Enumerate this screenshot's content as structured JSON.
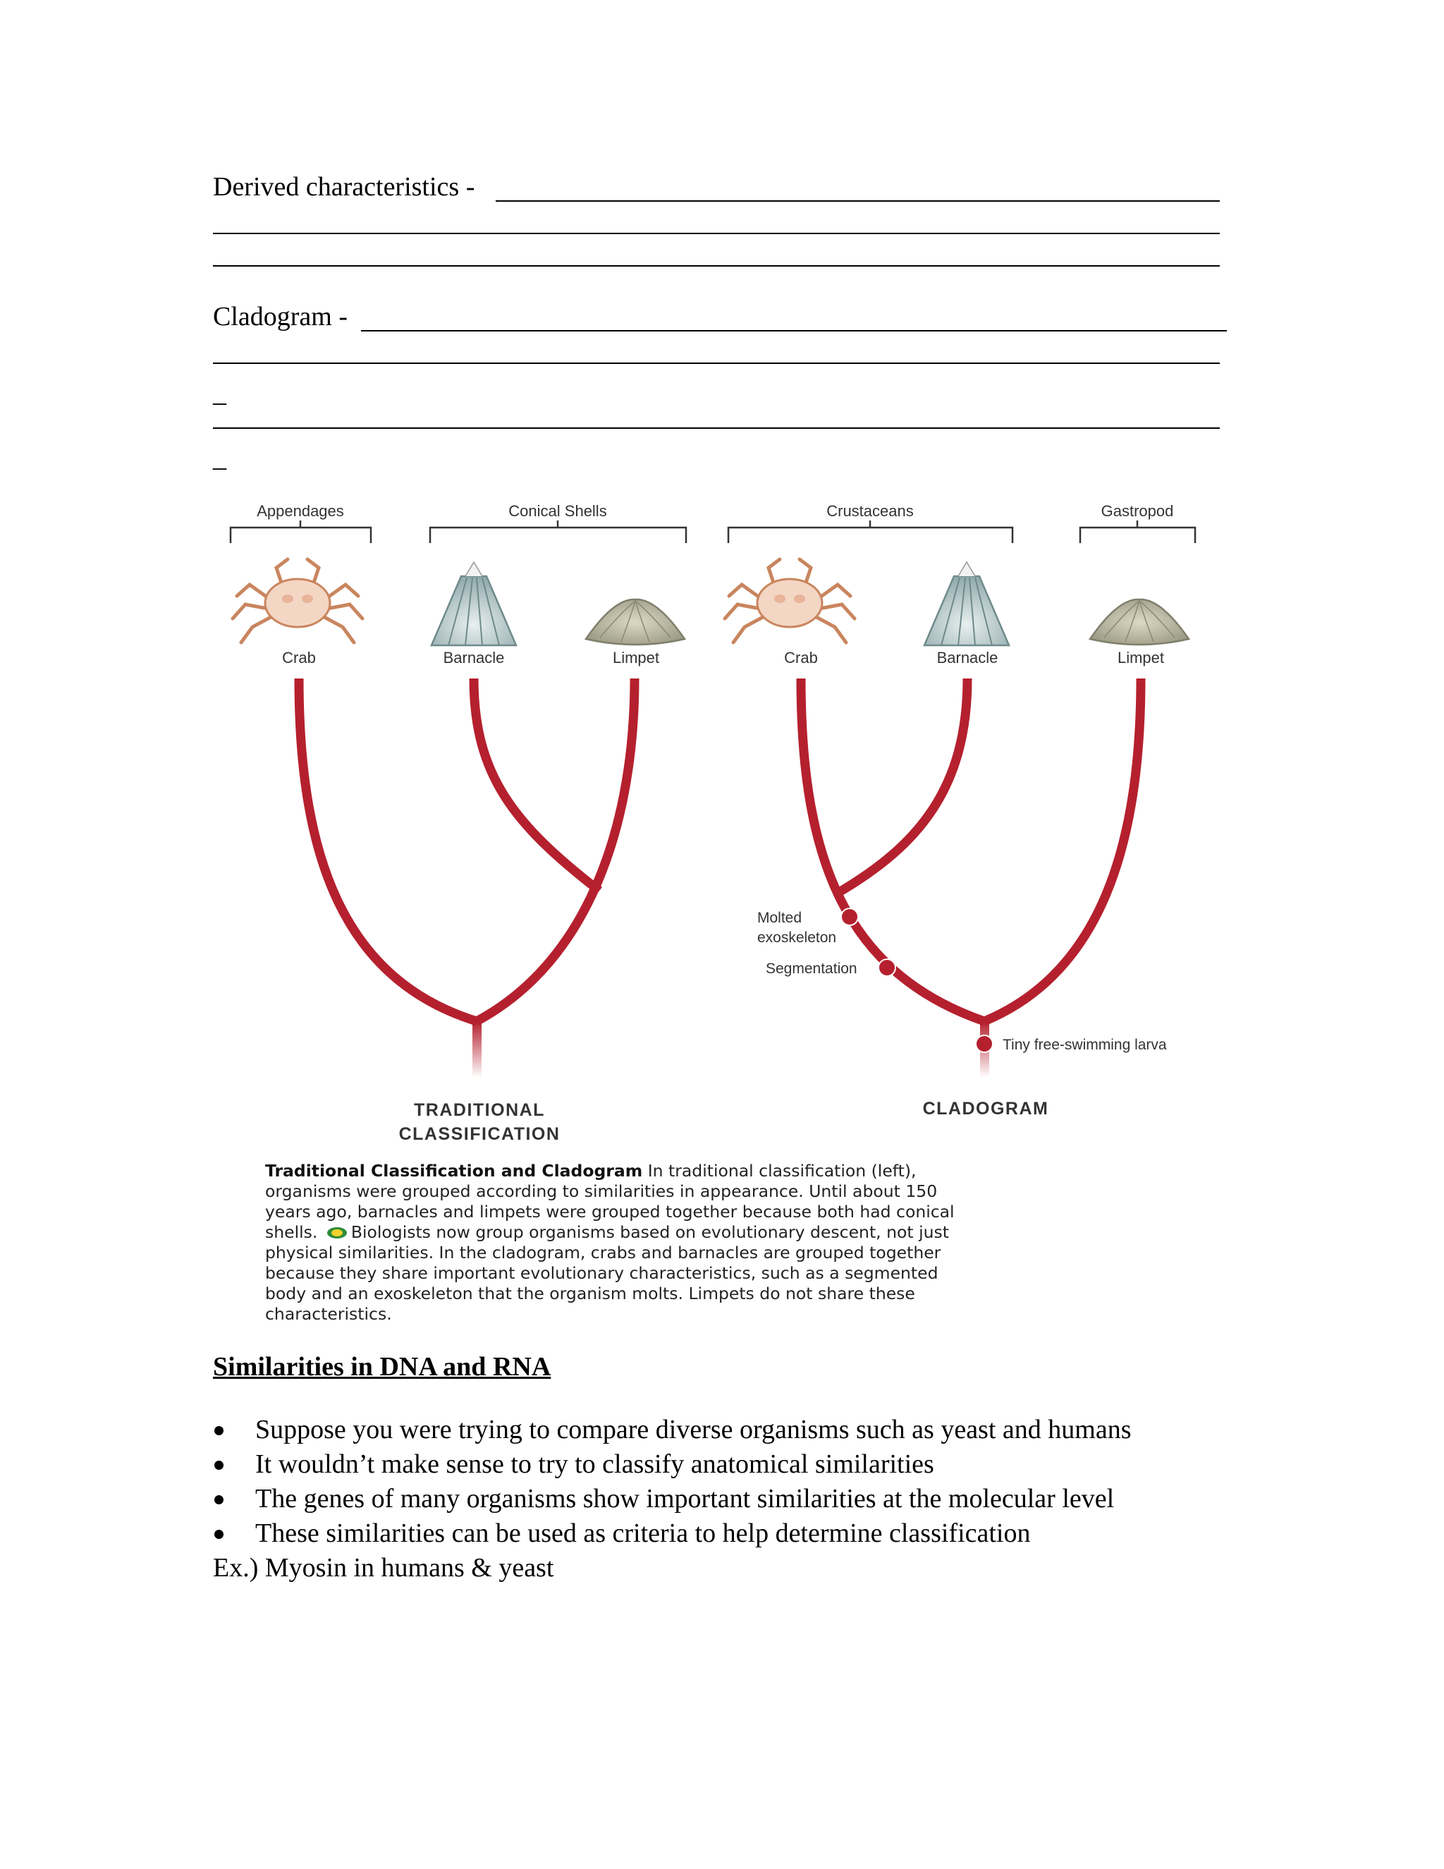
{
  "worksheet": {
    "derived_label": "Derived characteristics -",
    "cladogram_label": "Cladogram -",
    "blank_marks": [
      "_",
      "_"
    ]
  },
  "figure": {
    "left_group_labels": [
      "Appendages",
      "Conical Shells"
    ],
    "right_group_labels": [
      "Crustaceans",
      "Gastropod"
    ],
    "left_organisms": [
      "Crab",
      "Barnacle",
      "Limpet"
    ],
    "right_organisms": [
      "Crab",
      "Barnacle",
      "Limpet"
    ],
    "traits": [
      "Molted",
      "exoskeleton",
      "Segmentation",
      "Tiny free-swimming larva"
    ],
    "left_title": [
      "TRADITIONAL",
      "CLASSIFICATION"
    ],
    "right_title": "CLADOGRAM",
    "branch_color": "#b5202e",
    "caption_bold": "Traditional Classification and Cladogram",
    "caption_text": " In traditional classification (left), organisms were grouped according to similarities in appearance. Until about 150 years ago, barnacles and limpets were grouped together because both had conical shells. ",
    "caption_text2": "Biologists now group organisms based on evolutionary descent, not just physical similarities. In the cladogram, crabs and barnacles are grouped together because they share important evolutionary characteristics, such as a segmented body and an exoskeleton that the organism molts. Limpets do not share these characteristics."
  },
  "section": {
    "heading": "Similarities in DNA and RNA",
    "bullets": [
      "Suppose you were trying to compare diverse organisms such as yeast and humans",
      "It wouldn’t make sense to try to classify anatomical similarities",
      "The genes of many organisms show important similarities at the molecular level",
      "These similarities can be used as criteria to help determine classification"
    ],
    "example": "Ex.) Myosin in humans & yeast"
  }
}
